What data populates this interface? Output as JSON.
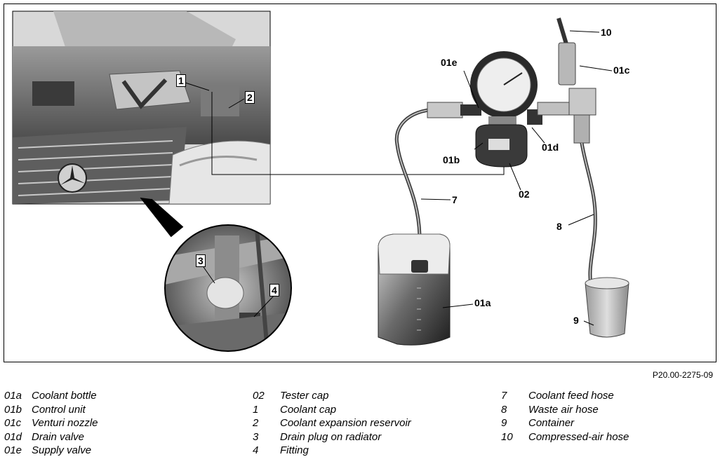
{
  "figure_code": "P20.00-2275-09",
  "callouts": {
    "c1": "1",
    "c2": "2",
    "c3": "3",
    "c4": "4",
    "c7": "7",
    "c8": "8",
    "c9": "9",
    "c10": "10",
    "c01a": "01a",
    "c01b": "01b",
    "c01c": "01c",
    "c01d": "01d",
    "c01e": "01e",
    "c02": "02"
  },
  "legend": [
    [
      {
        "code": "01a",
        "text": "Coolant bottle"
      },
      {
        "code": "01b",
        "text": "Control unit"
      },
      {
        "code": "01c",
        "text": "Venturi nozzle"
      },
      {
        "code": "01d",
        "text": "Drain valve"
      },
      {
        "code": "01e",
        "text": "Supply valve"
      }
    ],
    [
      {
        "code": "02",
        "text": "Tester cap"
      },
      {
        "code": "1",
        "text": "Coolant cap"
      },
      {
        "code": "2",
        "text": "Coolant expansion reservoir"
      },
      {
        "code": "3",
        "text": "Drain plug on radiator"
      },
      {
        "code": "4",
        "text": "Fitting"
      }
    ],
    [
      {
        "code": "7",
        "text": "Coolant feed hose"
      },
      {
        "code": "8",
        "text": "Waste air hose"
      },
      {
        "code": "9",
        "text": "Container"
      },
      {
        "code": "10",
        "text": "Compressed-air hose"
      }
    ]
  ]
}
